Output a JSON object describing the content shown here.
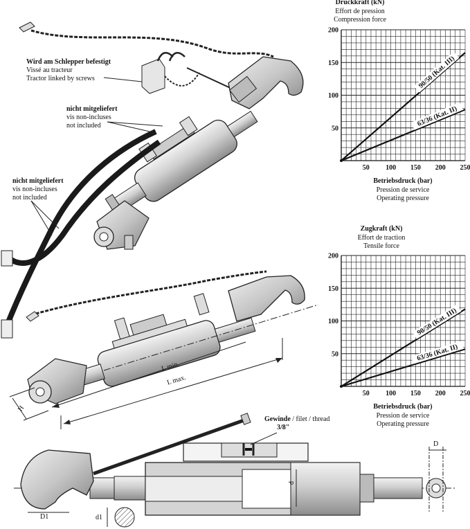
{
  "callouts": {
    "tractor": {
      "bold": "Wird am Schlepper befestigt",
      "line2": "Vissé au tracteur",
      "line3": "Tractor linked by screws"
    },
    "not_supplied_1": {
      "bold": "nicht mitgeliefert",
      "line2": "vis non-incluses",
      "line3": "not included"
    },
    "not_supplied_2": {
      "bold": "nicht mitgeliefert",
      "line2": "vis non-incluses",
      "line3": "not included"
    },
    "thread": {
      "bold": "Gewinde",
      "rest": " / filet / thread",
      "size": "3/8\""
    }
  },
  "dimensions": {
    "l_min": "L min.",
    "l_max": "L max.",
    "h": "H",
    "d_top": "D",
    "d_bore": "d",
    "d1": "D1",
    "d1_small": "d1"
  },
  "chart_data": [
    {
      "type": "line",
      "title": "Druckkraft (kN)",
      "subtitle": [
        "Effort de pression",
        "Compression force"
      ],
      "xlabel": "Betriebsdruck (bar)",
      "xlabel_sub": [
        "Pression de service",
        "Operating pressure"
      ],
      "xlim": [
        0,
        250
      ],
      "ylim": [
        0,
        200
      ],
      "xticks": [
        50,
        100,
        150,
        200,
        250
      ],
      "yticks": [
        50,
        100,
        150,
        200
      ],
      "grid": true,
      "series": [
        {
          "name": "90/50 (Kat. III)",
          "x": [
            0,
            250
          ],
          "y": [
            0,
            165
          ]
        },
        {
          "name": "63/36 (Kat. II)",
          "x": [
            0,
            250
          ],
          "y": [
            0,
            78
          ]
        }
      ]
    },
    {
      "type": "line",
      "title": "Zugkraft (kN)",
      "subtitle": [
        "Effort de traction",
        "Tensile force"
      ],
      "xlabel": "Betriebsdruck (bar)",
      "xlabel_sub": [
        "Pression de service",
        "Operating pressure"
      ],
      "xlim": [
        0,
        250
      ],
      "ylim": [
        0,
        200
      ],
      "xticks": [
        50,
        100,
        150,
        200,
        250
      ],
      "yticks": [
        50,
        100,
        150,
        200
      ],
      "grid": true,
      "series": [
        {
          "name": "90/50 (Kat. III)",
          "x": [
            0,
            250
          ],
          "y": [
            0,
            118
          ]
        },
        {
          "name": "63/36 (Kat. II)",
          "x": [
            0,
            250
          ],
          "y": [
            0,
            57
          ]
        }
      ]
    }
  ]
}
